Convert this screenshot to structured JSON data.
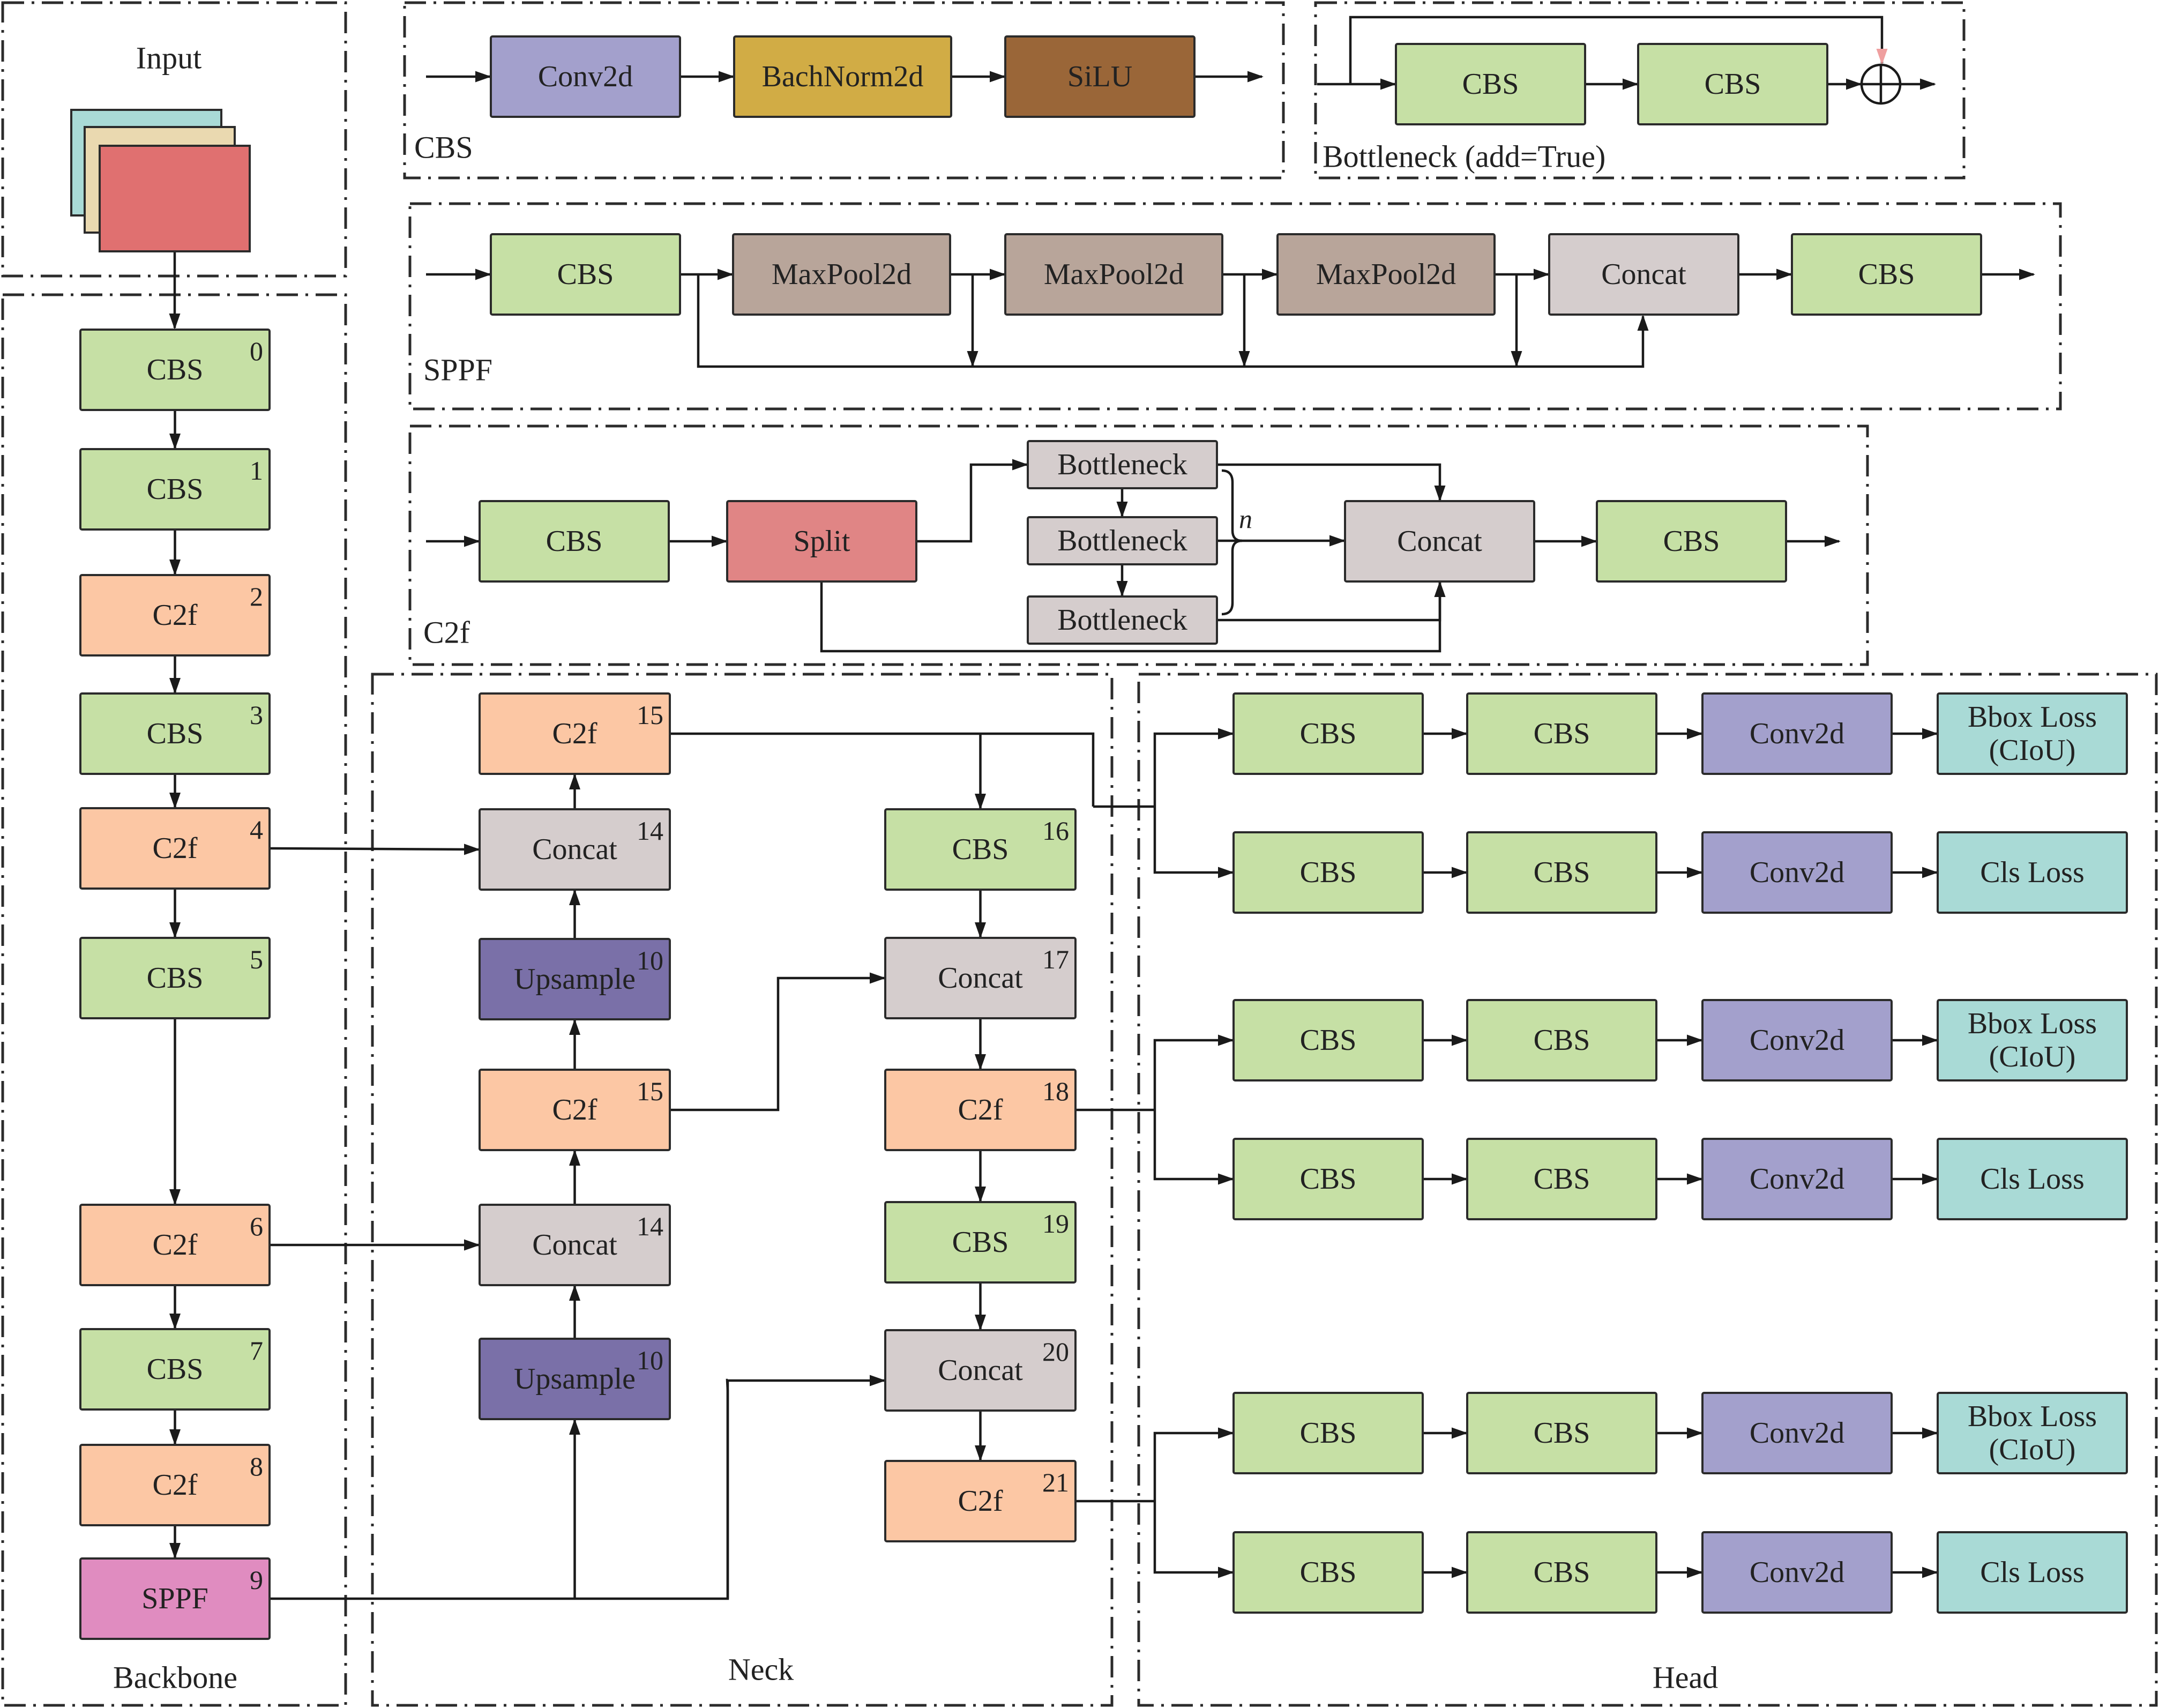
{
  "colors": {
    "cbs": "#c6e0a5",
    "c2f": "#fcc7a4",
    "concat": "#d5cdcd",
    "upsample": "#7a70a8",
    "sppf": "#e08cc0",
    "conv2d": "#a3a0cc",
    "batchnorm": "#d1ac45",
    "silu": "#9a6638",
    "maxpool": "#b8a59a",
    "split": "#e08585",
    "bottleneck": "#d5cdcd",
    "head_out": "#a9dad6",
    "input_a": "#a9dad6",
    "input_b": "#ead9b0",
    "input_c": "#e07070",
    "residual_arrow": "#ef9f9f"
  },
  "panels": {
    "input": "Input",
    "backbone": "Backbone",
    "neck": "Neck",
    "head": "Head",
    "cbs": "CBS",
    "bottleneck": "Bottleneck    (add=True)",
    "sppf": "SPPF",
    "c2f": "C2f"
  },
  "cbs_module": {
    "conv": "Conv2d",
    "bn": "BachNorm2d",
    "act": "SiLU"
  },
  "bottleneck_module": {
    "cbs1": "CBS",
    "cbs2": "CBS",
    "add_symbol": "⊕"
  },
  "sppf_module": {
    "cbs_in": "CBS",
    "pools": [
      "MaxPool2d",
      "MaxPool2d",
      "MaxPool2d"
    ],
    "concat": "Concat",
    "cbs_out": "CBS"
  },
  "c2f_module": {
    "cbs_in": "CBS",
    "split": "Split",
    "bottlenecks": [
      "Bottleneck",
      "Bottleneck",
      "Bottleneck"
    ],
    "n": "n",
    "concat": "Concat",
    "cbs_out": "CBS"
  },
  "backbone": [
    {
      "label": "CBS",
      "num": "0",
      "type": "cbs"
    },
    {
      "label": "CBS",
      "num": "1",
      "type": "cbs"
    },
    {
      "label": "C2f",
      "num": "2",
      "type": "c2f"
    },
    {
      "label": "CBS",
      "num": "3",
      "type": "cbs"
    },
    {
      "label": "C2f",
      "num": "4",
      "type": "c2f"
    },
    {
      "label": "CBS",
      "num": "5",
      "type": "cbs"
    },
    {
      "label": "C2f",
      "num": "6",
      "type": "c2f"
    },
    {
      "label": "CBS",
      "num": "7",
      "type": "cbs"
    },
    {
      "label": "C2f",
      "num": "8",
      "type": "c2f"
    },
    {
      "label": "SPPF",
      "num": "9",
      "type": "sppf"
    }
  ],
  "neck_left": [
    {
      "label": "C2f",
      "num": "15",
      "type": "c2f"
    },
    {
      "label": "Concat",
      "num": "14",
      "type": "concat"
    },
    {
      "label": "Upsample",
      "num": "10",
      "type": "upsample"
    },
    {
      "label": "C2f",
      "num": "15",
      "type": "c2f"
    },
    {
      "label": "Concat",
      "num": "14",
      "type": "concat"
    },
    {
      "label": "Upsample",
      "num": "10",
      "type": "upsample"
    }
  ],
  "neck_right": [
    {
      "label": "CBS",
      "num": "16",
      "type": "cbs"
    },
    {
      "label": "Concat",
      "num": "17",
      "type": "concat"
    },
    {
      "label": "C2f",
      "num": "18",
      "type": "c2f"
    },
    {
      "label": "CBS",
      "num": "19",
      "type": "cbs"
    },
    {
      "label": "Concat",
      "num": "20",
      "type": "concat"
    },
    {
      "label": "C2f",
      "num": "21",
      "type": "c2f"
    }
  ],
  "head_rows": [
    [
      "CBS",
      "CBS",
      "Conv2d",
      "Bbox Loss (CIoU)"
    ],
    [
      "CBS",
      "CBS",
      "Conv2d",
      "Cls Loss"
    ],
    [
      "CBS",
      "CBS",
      "Conv2d",
      "Bbox Loss (CIoU)"
    ],
    [
      "CBS",
      "CBS",
      "Conv2d",
      "Cls Loss"
    ],
    [
      "CBS",
      "CBS",
      "Conv2d",
      "Bbox Loss (CIoU)"
    ],
    [
      "CBS",
      "CBS",
      "Conv2d",
      "Cls Loss"
    ]
  ]
}
